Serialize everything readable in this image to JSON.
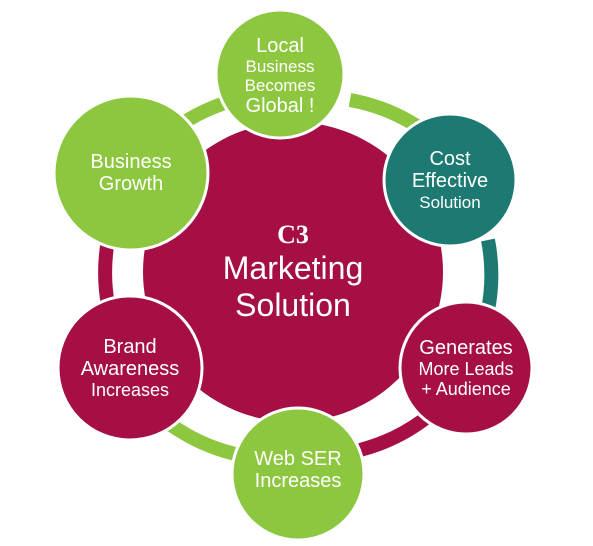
{
  "center": {
    "line1": "C3",
    "line2": "Marketing",
    "line3": "Solution"
  },
  "nodes": [
    {
      "id": "local-business",
      "lines": [
        {
          "t": "Local"
        },
        {
          "t": "Business"
        },
        {
          "t": "Becomes"
        },
        {
          "t": "Global !"
        }
      ],
      "color": "#8dc63f"
    },
    {
      "id": "cost-effective",
      "lines": [
        {
          "t": "Cost"
        },
        {
          "t": "Effective"
        },
        {
          "t": "Solution"
        }
      ],
      "color": "#1d7a72"
    },
    {
      "id": "generates-leads",
      "lines": [
        {
          "t": "Generates"
        },
        {
          "t": "More Leads"
        },
        {
          "t": "+ Audience"
        }
      ],
      "color": "#a50f45"
    },
    {
      "id": "web-ser",
      "lines": [
        {
          "t": "Web SER"
        },
        {
          "t": "Increases"
        }
      ],
      "color": "#8dc63f"
    },
    {
      "id": "brand-awareness",
      "lines": [
        {
          "t": "Brand"
        },
        {
          "t": "Awareness"
        },
        {
          "t": "Increases"
        }
      ],
      "color": "#a50f45"
    },
    {
      "id": "business-growth",
      "lines": [
        {
          "t": "Business"
        },
        {
          "t": "Growth"
        }
      ],
      "color": "#8dc63f"
    }
  ],
  "colors": {
    "center": "#a50f45",
    "ring_green": "#8dc63f",
    "ring_teal": "#1d7a72",
    "ring_crimson": "#a50f45"
  }
}
